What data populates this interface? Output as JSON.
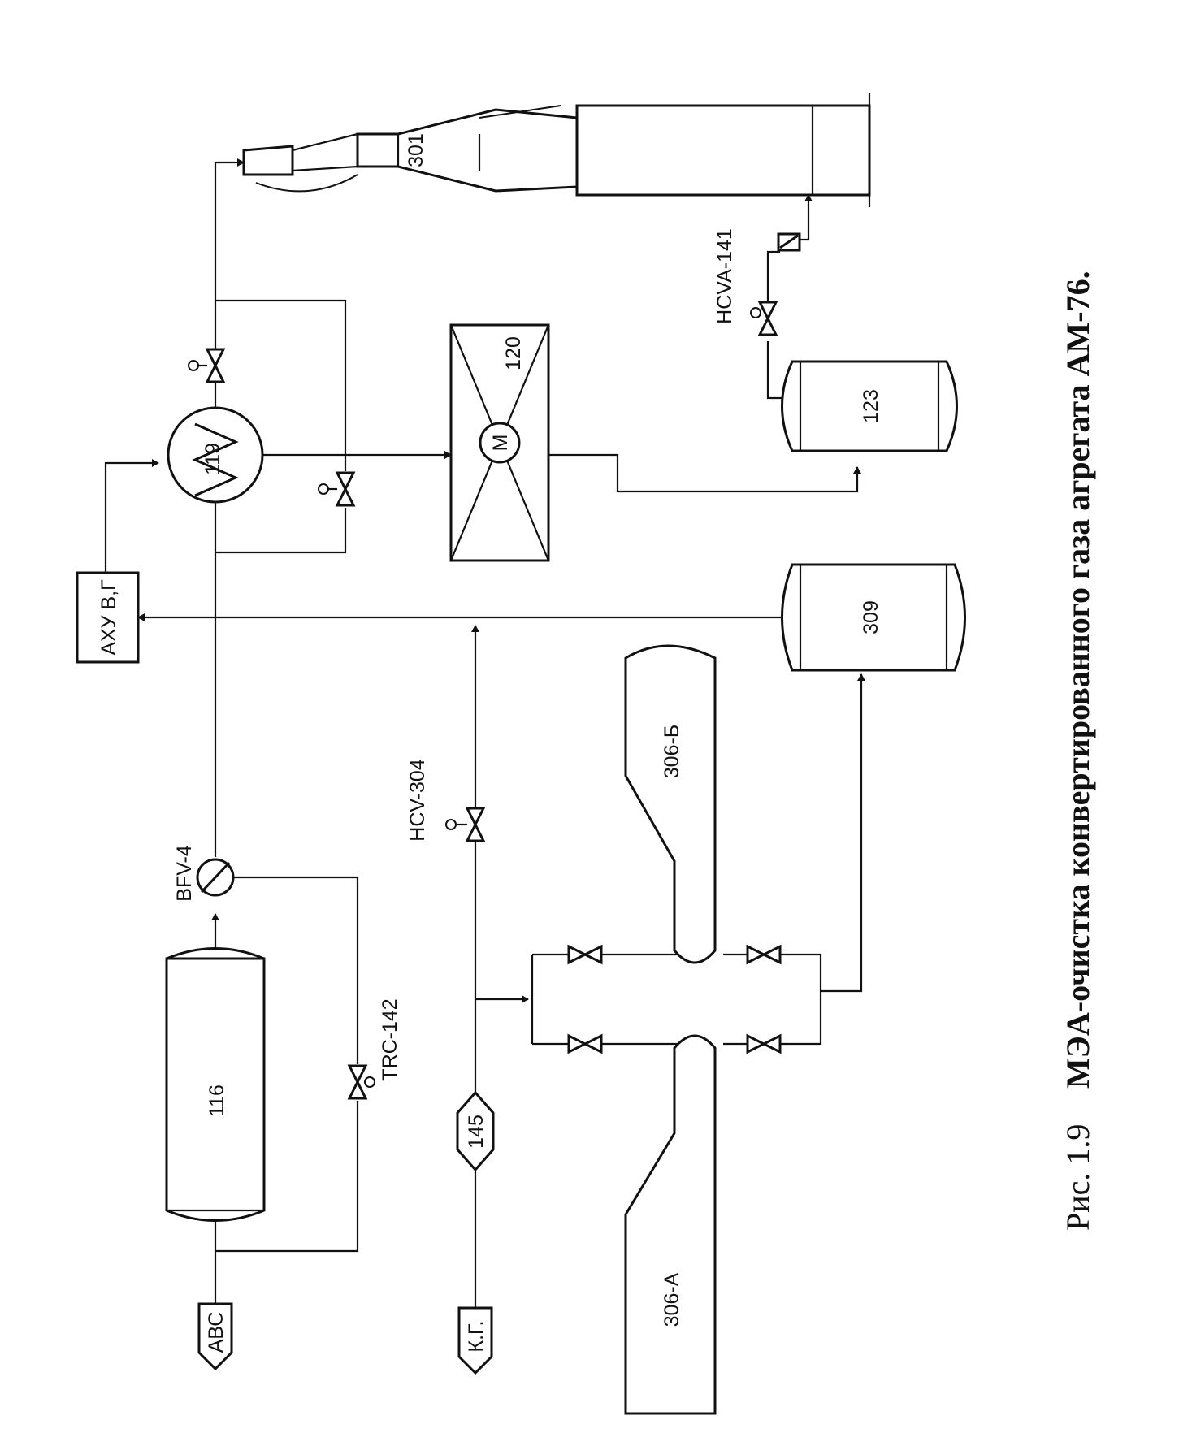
{
  "caption": {
    "prefix": "Рис. 1.9",
    "text": "МЭА-очистка конвертированного газа агрегата АМ-76."
  },
  "equipment": {
    "vessel_116": "116",
    "vessel_119": "119",
    "vessel_120": "120",
    "vessel_123": "123",
    "vessel_301": "301",
    "vessel_306a": "306-А",
    "vessel_306b": "306-Б",
    "vessel_309": "309",
    "motor": "M",
    "block_axu": "АХУ В,Г",
    "marker_145": "145"
  },
  "valves": {
    "bfv": "BFV-4",
    "trc": "TRC-142",
    "hcv304": "HCV-304",
    "hcva141": "HCVA-141"
  },
  "terminals": {
    "abc": "АВС",
    "kg": "К.Г."
  }
}
